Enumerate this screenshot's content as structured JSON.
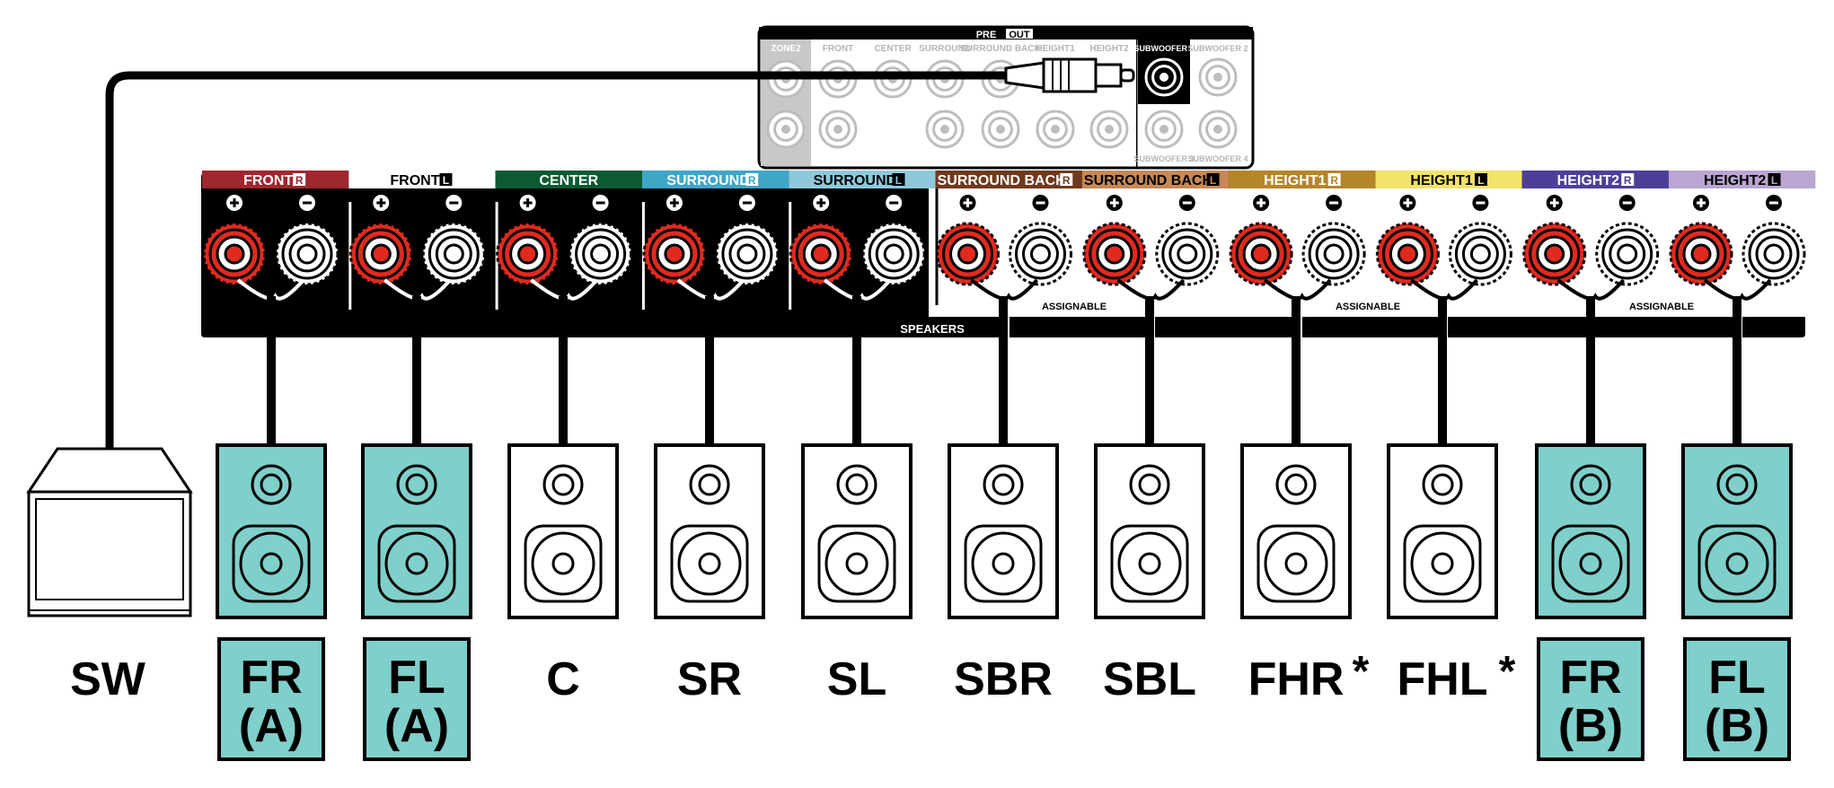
{
  "preout": {
    "title": "PRE",
    "out_badge": "OUT",
    "channels": [
      "ZONE2",
      "FRONT",
      "CENTER",
      "SURROUND",
      "SURROUND BACK",
      "HEIGHT1",
      "HEIGHT2"
    ],
    "subwoofer_1": "SUBWOOFER 1",
    "subwoofer_2": "SUBWOOFER 2",
    "subwoofer_3": "SUBWOOFER 3",
    "subwoofer_4": "SUBWOOFER 4"
  },
  "speaker_terminals": {
    "section_label": "SPEAKERS",
    "assignable_label": "ASSIGNABLE",
    "channels": [
      {
        "label": "FRONT",
        "side": "R",
        "color": "#a0262f"
      },
      {
        "label": "FRONT",
        "side": "L",
        "color": "#ffffff"
      },
      {
        "label": "CENTER",
        "side": "",
        "color": "#0c5a34"
      },
      {
        "label": "SURROUND",
        "side": "R",
        "color": "#3fa6c8"
      },
      {
        "label": "SURROUND",
        "side": "L",
        "color": "#8ec9db"
      },
      {
        "label": "SURROUND BACK",
        "side": "R",
        "color": "#6f3a1c"
      },
      {
        "label": "SURROUND BACK",
        "side": "L",
        "color": "#c78856"
      },
      {
        "label": "HEIGHT1",
        "side": "R",
        "color": "#b5852a"
      },
      {
        "label": "HEIGHT1",
        "side": "L",
        "color": "#f2e36a"
      },
      {
        "label": "HEIGHT2",
        "side": "R",
        "color": "#4d3f97"
      },
      {
        "label": "HEIGHT2",
        "side": "L",
        "color": "#b9a6d1"
      }
    ],
    "plus_symbol": "+",
    "minus_symbol": "−"
  },
  "speakers": [
    {
      "name": "SW",
      "type": "subwoofer",
      "highlight": false
    },
    {
      "name": "FR",
      "sub": "(A)",
      "highlight": true
    },
    {
      "name": "FL",
      "sub": "(A)",
      "highlight": true
    },
    {
      "name": "C",
      "highlight": false
    },
    {
      "name": "SR",
      "highlight": false
    },
    {
      "name": "SL",
      "highlight": false
    },
    {
      "name": "SBR",
      "highlight": false
    },
    {
      "name": "SBL",
      "highlight": false
    },
    {
      "name": "FHR",
      "asterisk": "*",
      "highlight": false
    },
    {
      "name": "FHL",
      "asterisk": "*",
      "highlight": false
    },
    {
      "name": "FR",
      "sub": "(B)",
      "highlight": true
    },
    {
      "name": "FL",
      "sub": "(B)",
      "highlight": true
    }
  ],
  "colors": {
    "highlight_fill": "#7fcfca",
    "terminal_red": "#e02a20",
    "panel_black": "#000000",
    "preout_gray": "#c8c8c8"
  }
}
